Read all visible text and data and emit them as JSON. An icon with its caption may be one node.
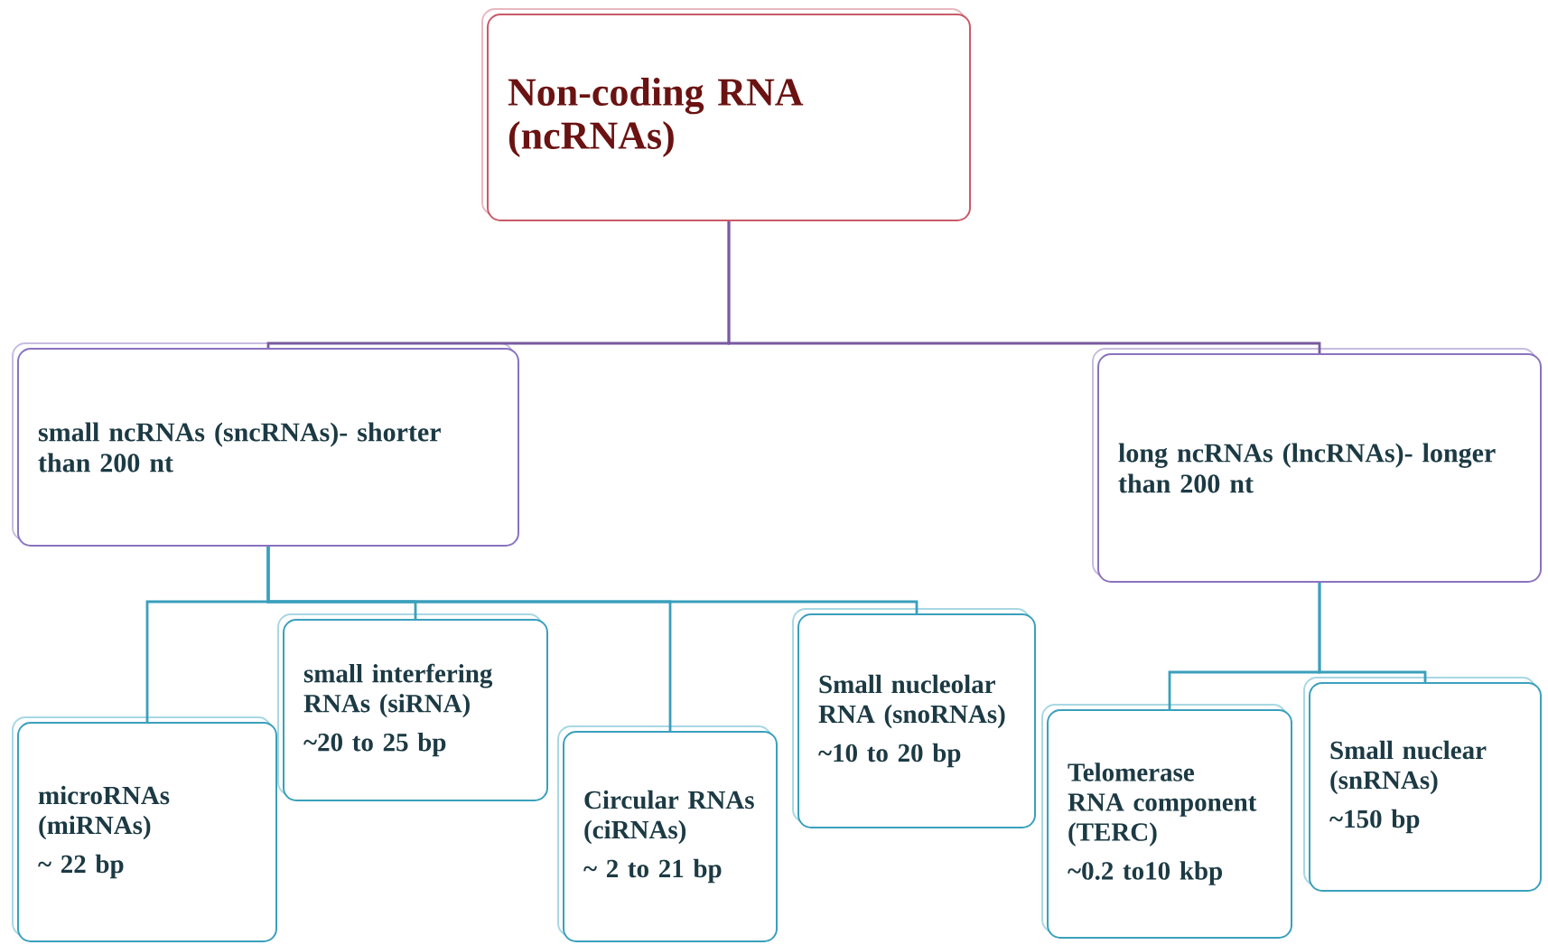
{
  "diagram": {
    "nodes": [
      {
        "text": [
          "Non-coding RNA (ncRNAs)"
        ]
      },
      {
        "text": [
          "small ncRNAs (sncRNAs)- shorter than 200 nt"
        ]
      },
      {
        "text": [
          "long ncRNAs (lncRNAs)- longer than 200 nt"
        ]
      },
      {
        "text": [
          "microRNAs (miRNAs)",
          "~ 22 bp"
        ]
      },
      {
        "text": [
          "small interfering RNAs (siRNA)",
          "~20 to 25 bp"
        ]
      },
      {
        "text": [
          "Circular RNAs (ciRNAs)",
          "~ 2 to 21 bp"
        ]
      },
      {
        "text": [
          "Small nucleolar RNA (snoRNAs)",
          "~10 to 20 bp"
        ]
      },
      {
        "text": [
          "Telomerase RNA component (TERC)",
          "~0.2 to10 kbp"
        ]
      },
      {
        "text": [
          "Small nuclear (snRNAs)",
          "~150 bp"
        ]
      }
    ],
    "edges": [
      {
        "from": 0,
        "to": 1,
        "arrow": "none",
        "color": "#7a5aa0"
      },
      {
        "from": 0,
        "to": 2,
        "arrow": "none",
        "color": "#7a5aa0"
      },
      {
        "from": 1,
        "to": 3,
        "arrow": "none"
      },
      {
        "from": 1,
        "to": 4,
        "arrow": "none"
      },
      {
        "from": 1,
        "to": 5,
        "arrow": "none"
      },
      {
        "from": 1,
        "to": 6,
        "arrow": "none"
      },
      {
        "from": 2,
        "to": 7,
        "arrow": "none"
      },
      {
        "from": 2,
        "to": 8,
        "arrow": "none"
      }
    ]
  }
}
